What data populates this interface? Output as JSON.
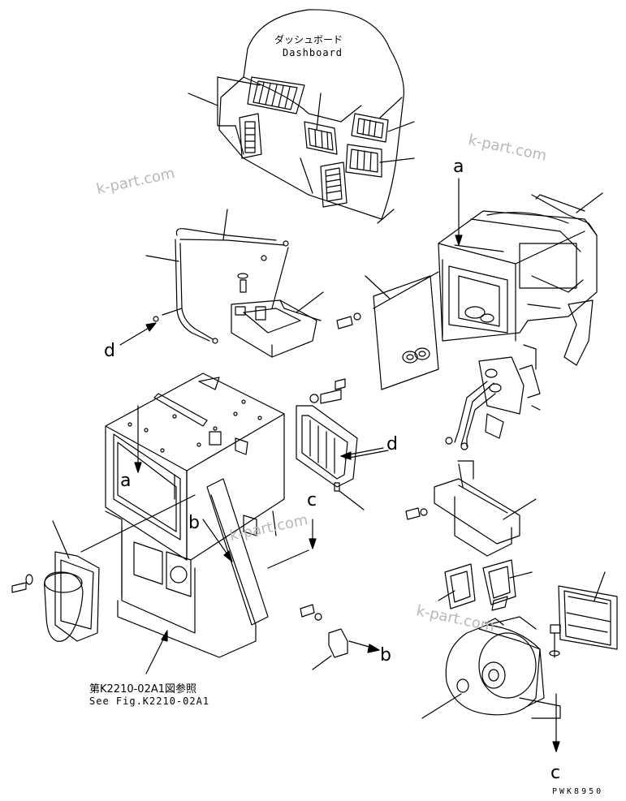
{
  "dashboard": {
    "label_jp": "ダッシュボード",
    "label_en": "Dashboard"
  },
  "reference": {
    "line_jp": "第K2210-02A1図参照",
    "line_en": "See Fig.K2210-02A1"
  },
  "callouts": {
    "a_top": "a",
    "a_left": "a",
    "b_left": "b",
    "b_bottom": "b",
    "c_mid": "c",
    "c_bottom": "c",
    "d_left": "d",
    "d_right": "d"
  },
  "watermarks": {
    "w1": "k-part.com",
    "w2": "k-part.com",
    "w3": "k-part.com",
    "w4": "k-part.com"
  },
  "drawing_code": "PWK8950"
}
